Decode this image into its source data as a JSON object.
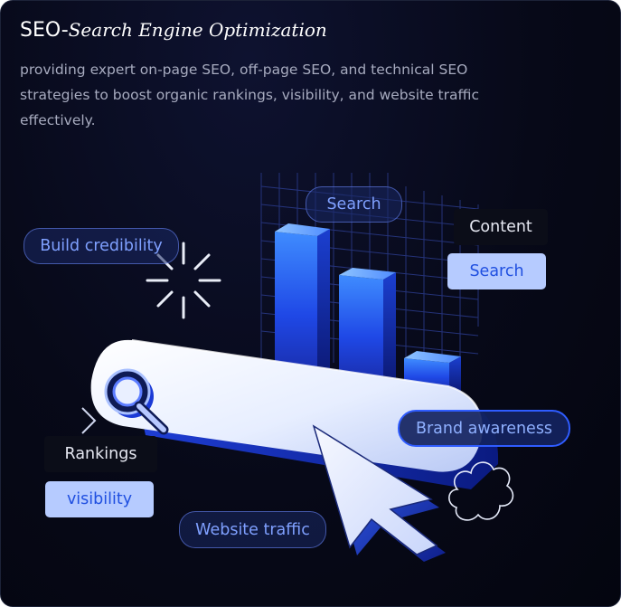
{
  "header": {
    "title_lead": "SEO-",
    "title_italic": "Search Engine Optimization",
    "description": "providing expert on-page SEO, off-page SEO, and technical SEO strategies to boost organic rankings, visibility, and website traffic effectively."
  },
  "tags": {
    "search_top": "Search",
    "build_credibility": "Build credibility",
    "content": "Content",
    "search_light": "Search",
    "brand_awareness": "Brand awareness",
    "rankings": "Rankings",
    "visibility": "visibility",
    "website_traffic": "Website traffic"
  },
  "icons": {
    "sparkle": "asterisk-sparkle-icon",
    "magnifier": "magnifier-icon",
    "cursor": "arrow-cursor-icon",
    "cloud": "wavy-cloud-icon"
  },
  "colors": {
    "background": "#070918",
    "accent_blue": "#2f5cff",
    "tag_text_blue": "#7fa0ff",
    "light_chip": "#b6cbff"
  }
}
